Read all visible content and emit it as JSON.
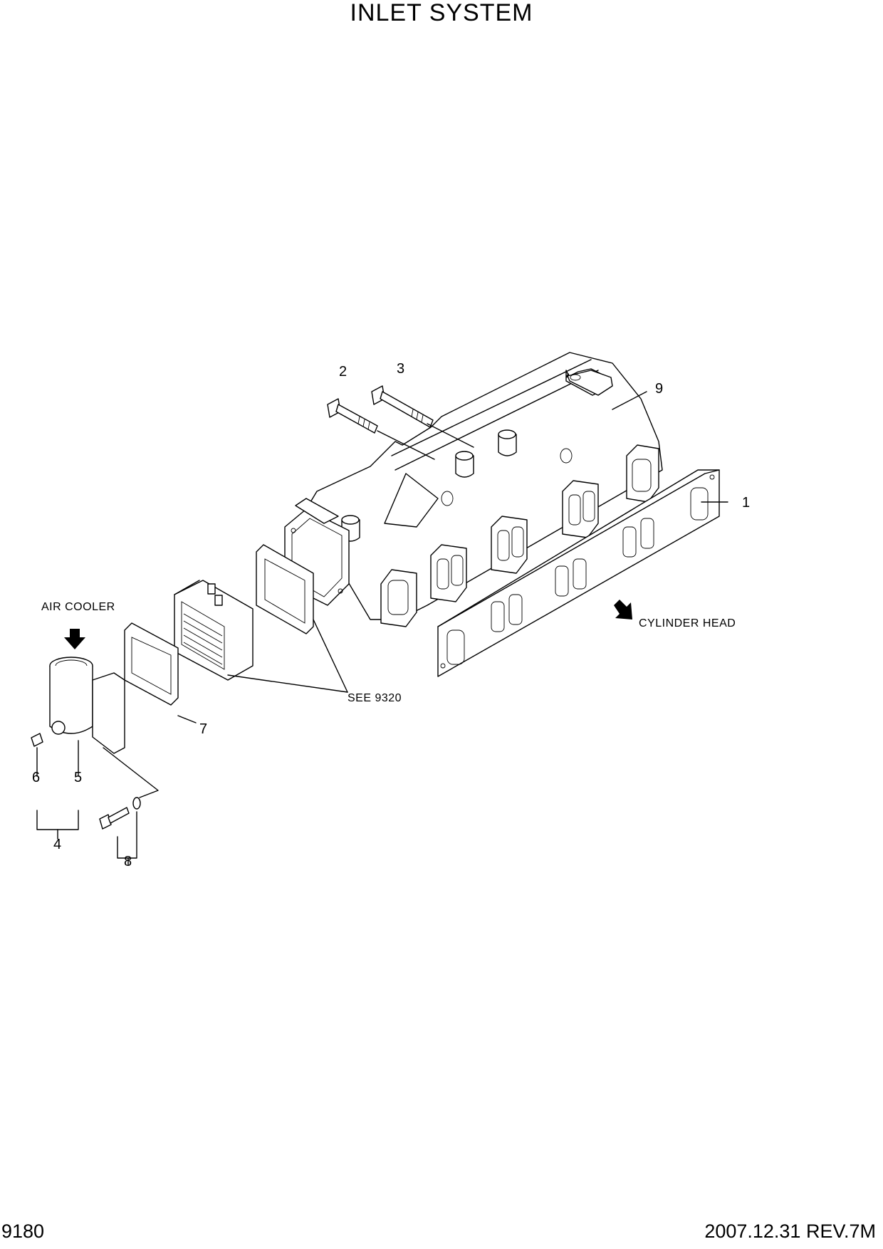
{
  "header": {
    "title": "INLET SYSTEM"
  },
  "footer": {
    "page_number": "9180",
    "revision": "2007.12.31  REV.7M"
  },
  "diagram": {
    "callouts": [
      "1",
      "2",
      "3",
      "4",
      "5",
      "6",
      "7",
      "8",
      "9"
    ],
    "notes": {
      "air_cooler": "AIR COOLER",
      "cylinder_head": "CYLINDER HEAD",
      "see_ref": "SEE 9320"
    }
  }
}
